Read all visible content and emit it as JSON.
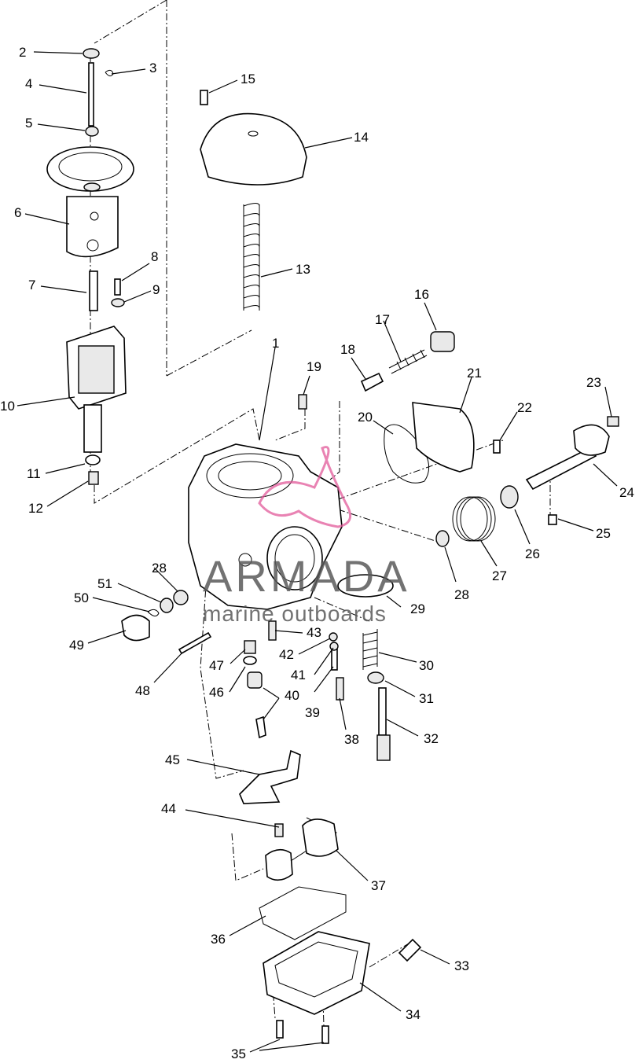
{
  "watermark": {
    "brand": "ARMADA",
    "tagline": "marine outboards",
    "accent": "#e25a9a"
  },
  "callouts": {
    "c1": "1",
    "c2": "2",
    "c3": "3",
    "c4": "4",
    "c5": "5",
    "c6": "6",
    "c7": "7",
    "c8": "8",
    "c9": "9",
    "c10": "10",
    "c11": "11",
    "c12": "12",
    "c13": "13",
    "c14": "14",
    "c15": "15",
    "c16": "16",
    "c17": "17",
    "c18": "18",
    "c19": "19",
    "c20": "20",
    "c21": "21",
    "c22": "22",
    "c23": "23",
    "c24": "24",
    "c25": "25",
    "c26": "26",
    "c27": "27",
    "c28a": "28",
    "c28b": "28",
    "c29": "29",
    "c30": "30",
    "c31": "31",
    "c32": "32",
    "c33": "33",
    "c34": "34",
    "c35": "35",
    "c36": "36",
    "c37": "37",
    "c38": "38",
    "c39": "39",
    "c40": "40",
    "c41": "41",
    "c42": "42",
    "c43": "43",
    "c44": "44",
    "c45": "45",
    "c46": "46",
    "c47": "47",
    "c48": "48",
    "c49": "49",
    "c50": "50",
    "c51": "51"
  }
}
